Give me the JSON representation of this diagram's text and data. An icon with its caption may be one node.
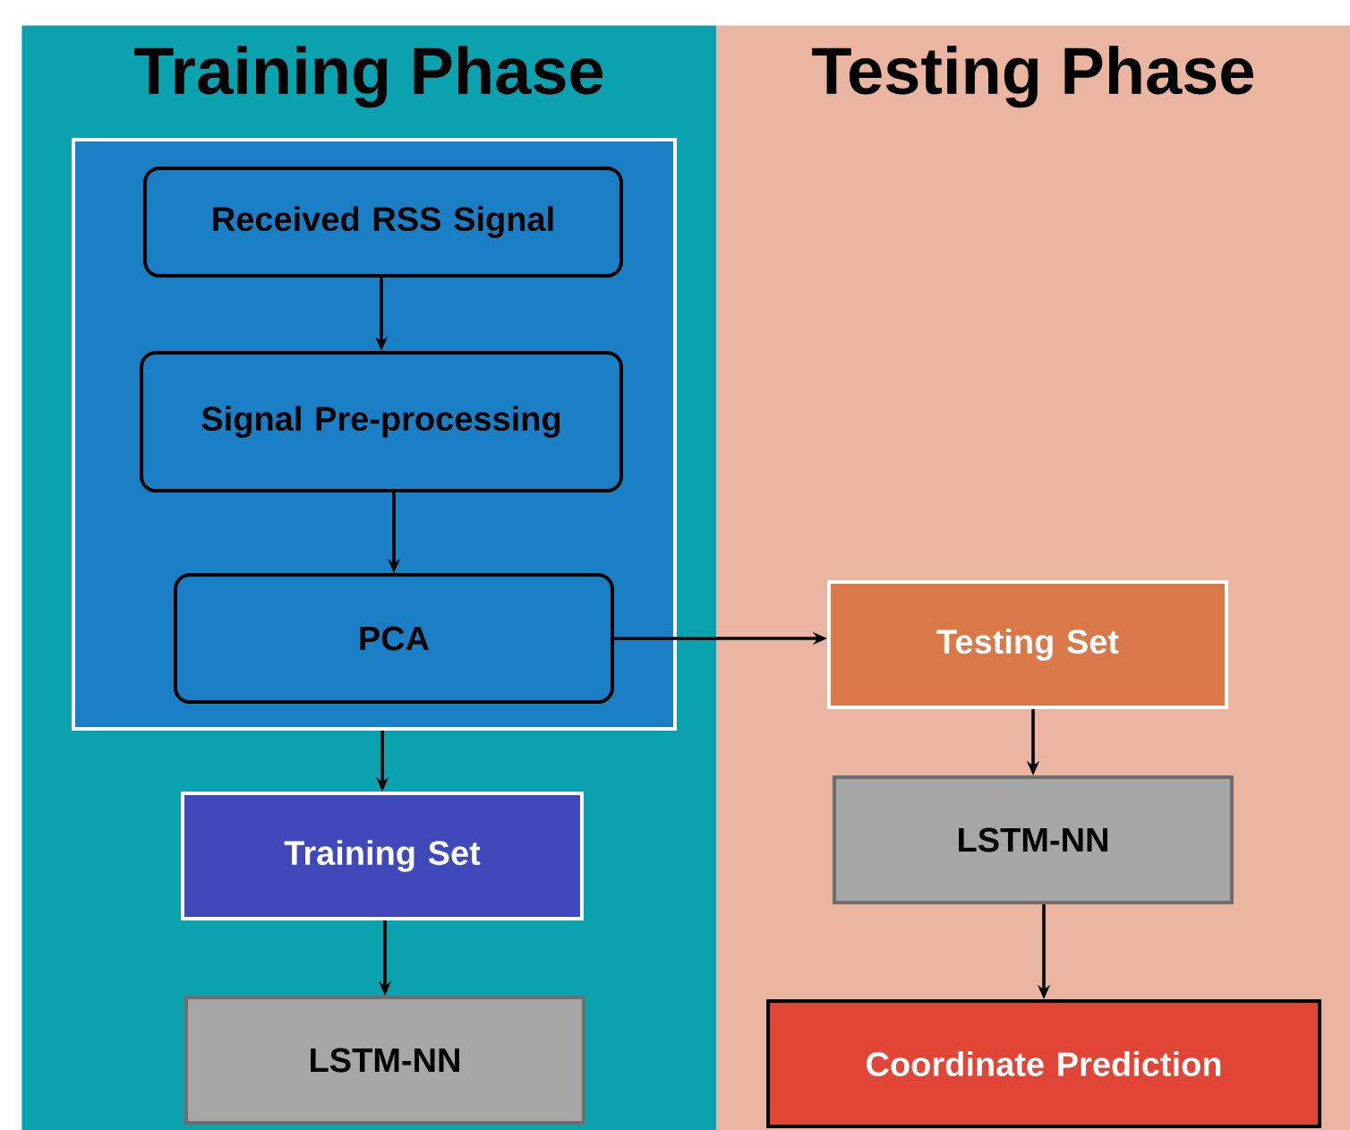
{
  "diagram": {
    "nodes": [
      {
        "text": [
          "Training Phase"
        ]
      },
      {
        "text": [
          "Testing Phase"
        ]
      },
      {
        "text": [],
        "shape": "box",
        "in": 0
      },
      {
        "text": [
          "Received RSS Signal"
        ],
        "in": 2
      },
      {
        "text": [
          "Signal Pre-processing"
        ],
        "in": 2
      },
      {
        "text": [
          "PCA"
        ],
        "in": 2
      },
      {
        "text": [
          "Training Set"
        ],
        "in": 0
      },
      {
        "text": [
          "LSTM-NN"
        ],
        "in": 0
      },
      {
        "text": [
          "Testing Set"
        ],
        "in": 1
      },
      {
        "text": [
          "LSTM-NN"
        ],
        "in": 1
      },
      {
        "text": [
          "Coordinate Prediction"
        ],
        "in": 1
      }
    ],
    "edges": [
      {
        "from": 3,
        "to": 4,
        "arrow": "to"
      },
      {
        "from": 4,
        "to": 5,
        "arrow": "to"
      },
      {
        "from": 2,
        "to": 6,
        "arrow": "to"
      },
      {
        "from": 6,
        "to": 7,
        "arrow": "to"
      },
      {
        "from": 5,
        "to": 8,
        "arrow": "to"
      },
      {
        "from": 8,
        "to": 9,
        "arrow": "to"
      },
      {
        "from": 9,
        "to": 10,
        "arrow": "to"
      }
    ]
  }
}
